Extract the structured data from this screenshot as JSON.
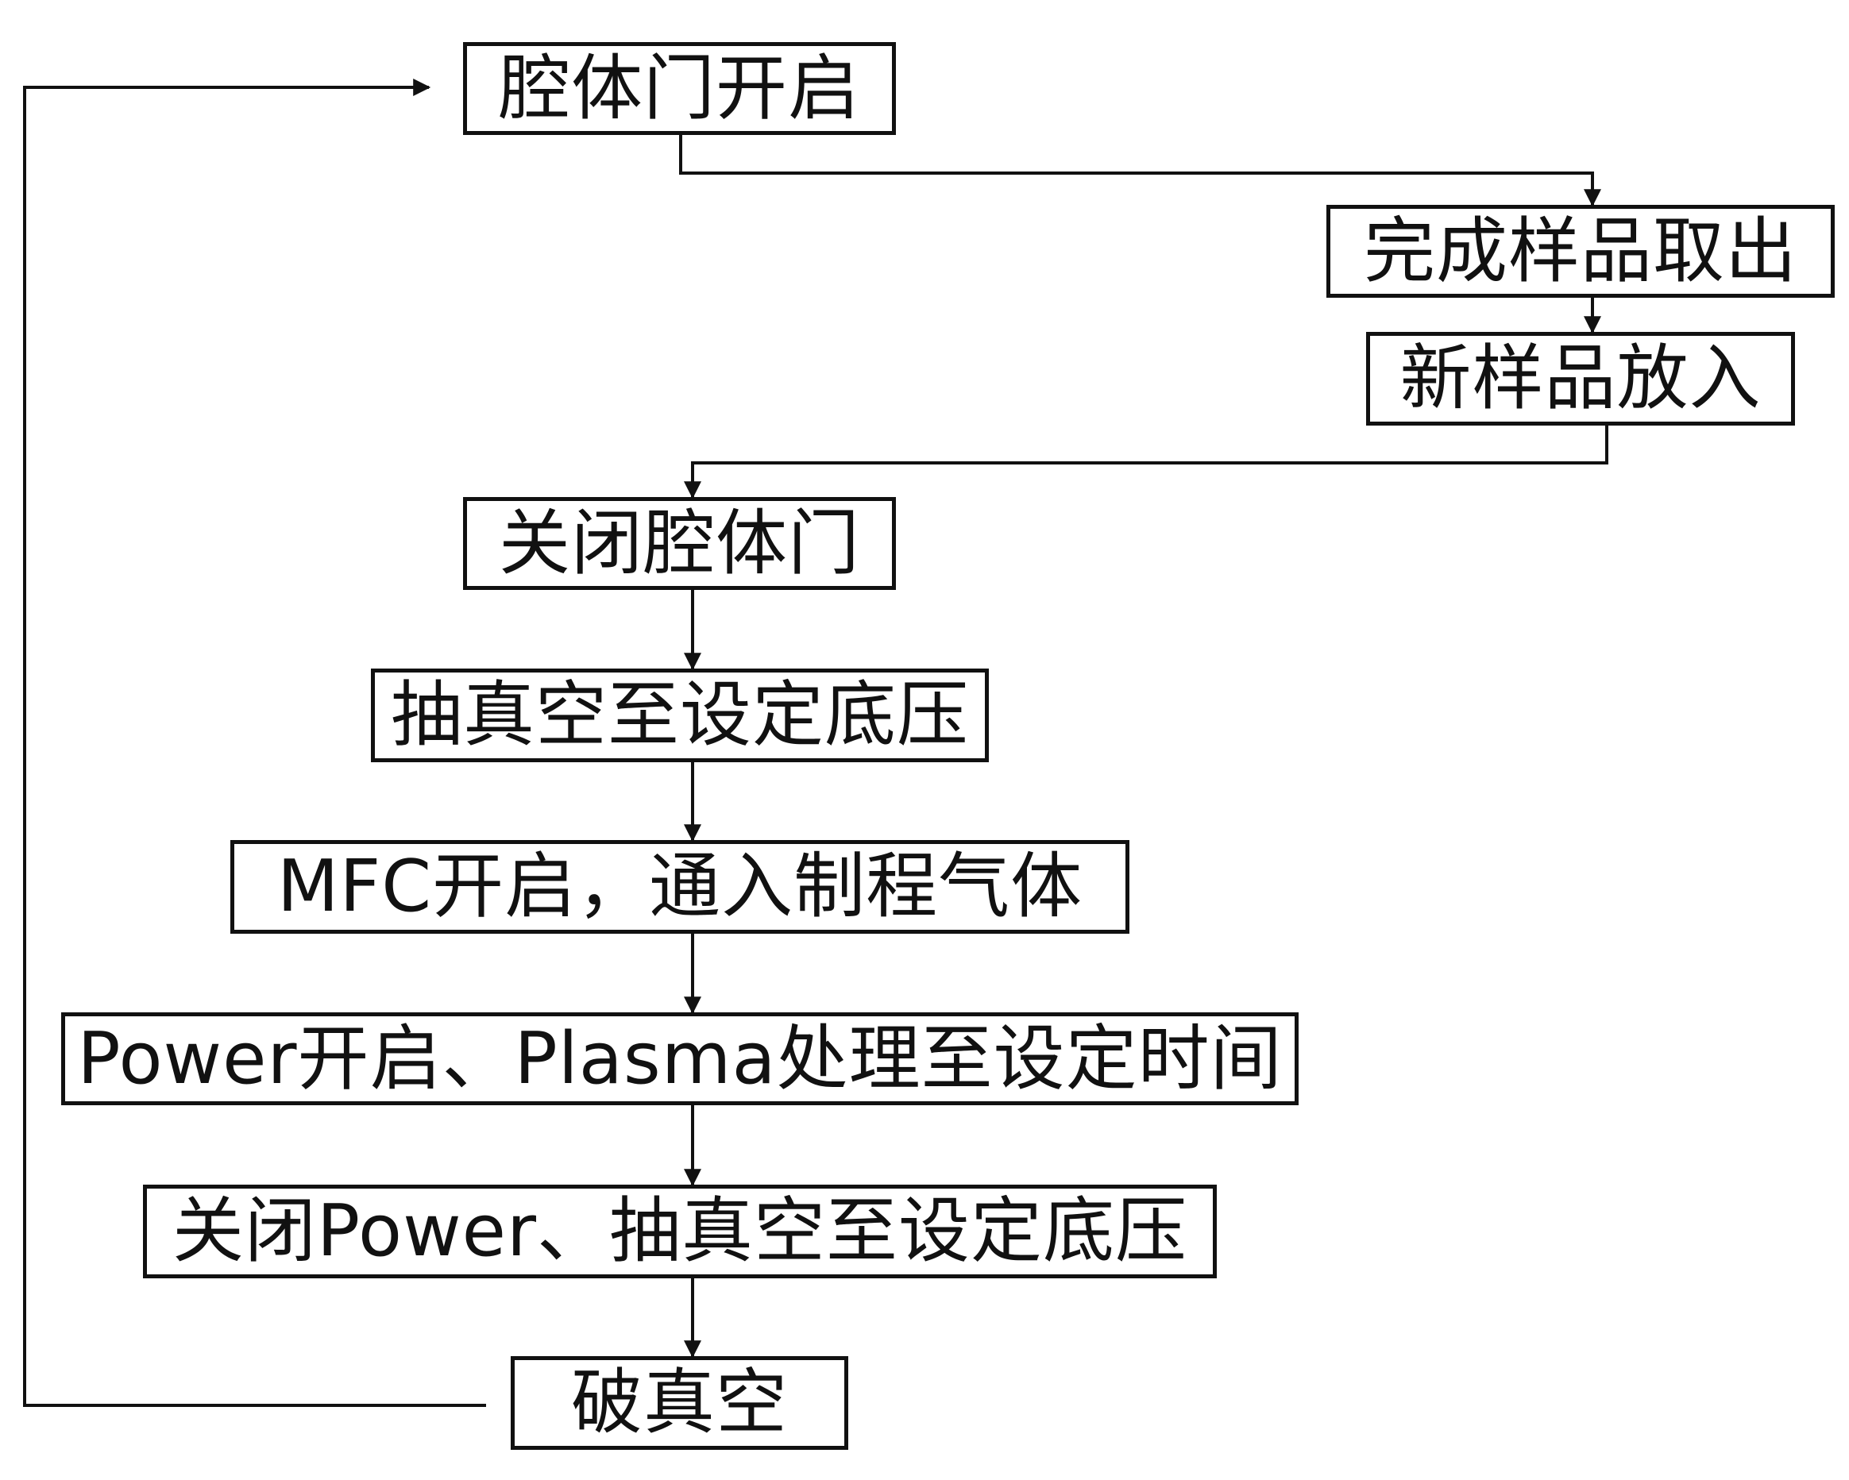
{
  "steps": {
    "open_door": "腔体门开启",
    "take_out": "完成样品取出",
    "put_in": "新样品放入",
    "close_door": "关闭腔体门",
    "pump_base": "抽真空至设定底压",
    "mfc_gas": "MFC开启，通入制程气体",
    "power_plasma": "Power开启、Plasma处理至设定时间",
    "power_off_pump": "关闭Power、抽真空至设定底压",
    "vent": "破真空"
  },
  "colors": {
    "line": "#111111",
    "background": "#ffffff"
  }
}
